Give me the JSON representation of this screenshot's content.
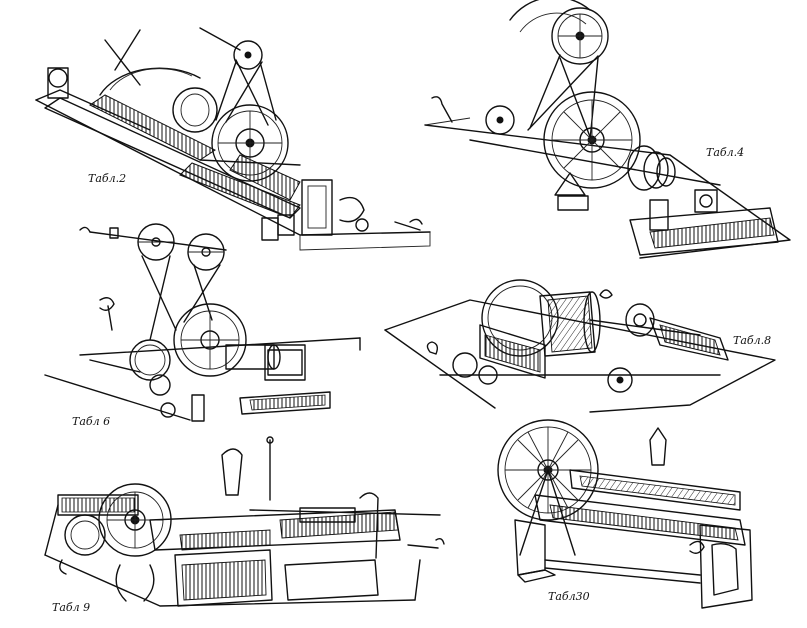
{
  "plates": [
    {
      "id": "tabl-2",
      "caption": "Табл.2"
    },
    {
      "id": "tabl-4",
      "caption": "Табл.4"
    },
    {
      "id": "tabl-6",
      "caption": "Табл 6"
    },
    {
      "id": "tabl-8",
      "caption": "Табл.8"
    },
    {
      "id": "tabl-9",
      "caption": "Табл 9"
    },
    {
      "id": "tabl-30",
      "caption": "Табл30"
    }
  ],
  "ink_color": "#111111",
  "paper_color": "#ffffff"
}
